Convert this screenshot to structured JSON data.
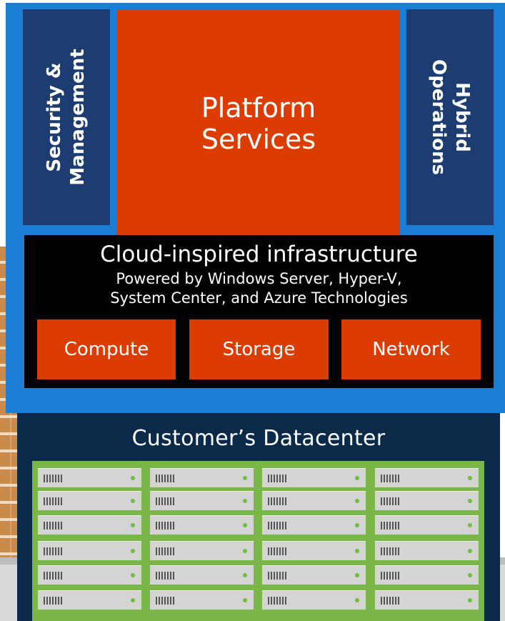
{
  "stack": {
    "left_panel": {
      "line1": "Security &",
      "line2": "Management"
    },
    "right_panel": {
      "line1": "Hybrid",
      "line2": "Operations"
    },
    "platform": {
      "line1": "Platform",
      "line2": "Services"
    },
    "infrastructure": {
      "title": "Cloud-inspired infrastructure",
      "subtitle_line1": "Powered by Windows Server, Hyper-V,",
      "subtitle_line2": "System Center, and Azure Technologies",
      "boxes": [
        {
          "label": "Compute"
        },
        {
          "label": "Storage"
        },
        {
          "label": "Network"
        }
      ]
    }
  },
  "datacenter": {
    "title": "Customer’s Datacenter",
    "rack_columns": 4,
    "rack_rows": 6
  },
  "colors": {
    "azure_blue": "#1a7fd4",
    "navy": "#1d3c72",
    "orange": "#dc3c00",
    "black": "#000000",
    "datacenter_navy": "#0b2a4a",
    "rack_green": "#7ab648",
    "server_grey": "#d4d4d4"
  }
}
